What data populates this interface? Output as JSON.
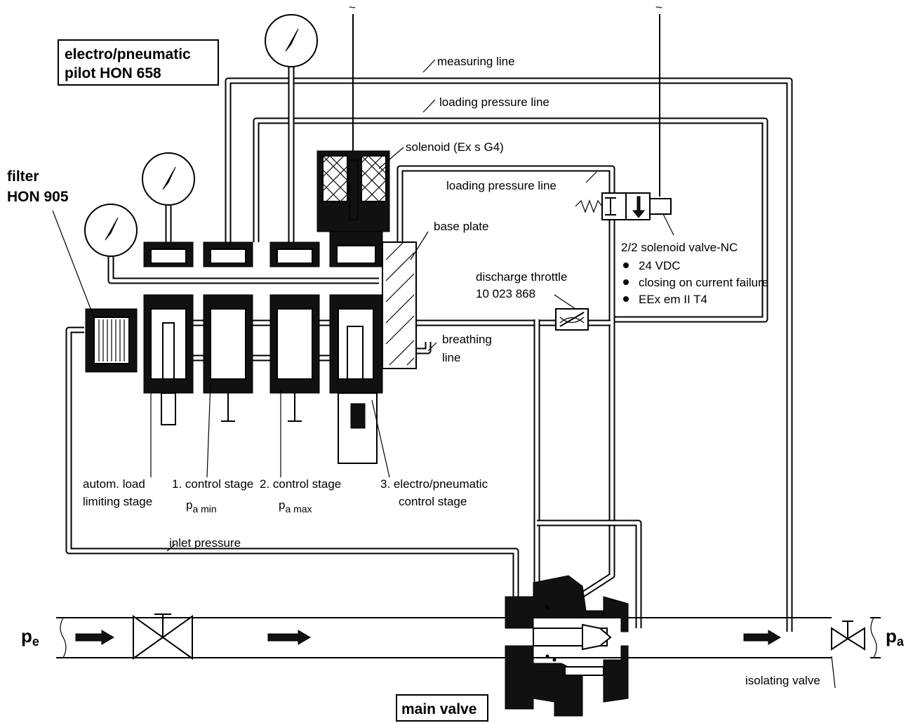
{
  "title_box": {
    "line1": "electro/pneumatic",
    "line2": "pilot HON 658"
  },
  "filter": {
    "line1": "filter",
    "line2": "HON 905"
  },
  "main_valve": "main valve",
  "inlet": {
    "p": "p",
    "sub": "e"
  },
  "outlet": {
    "p": "p",
    "sub": "a"
  },
  "labels": {
    "measuring_line": "measuring line",
    "loading_pressure_line_1": "loading pressure line",
    "loading_pressure_line_2": "loading pressure line",
    "solenoid": "solenoid (Ex s G4)",
    "base_plate": "base plate",
    "discharge_throttle_1": "discharge throttle",
    "discharge_throttle_2": "10 023 868",
    "breathing_line_1": "breathing",
    "breathing_line_2": "line",
    "inlet_pressure": "inlet pressure",
    "isolating_valve": "isolating valve"
  },
  "solenoid_valve": {
    "title": "2/2 solenoid valve-NC",
    "bullets": [
      "24 VDC",
      "closing on current failure",
      "EEx em II T4"
    ]
  },
  "stages": [
    {
      "line1": "autom. load",
      "line2": "limiting stage",
      "p": "",
      "sub": ""
    },
    {
      "line1": "1.  control stage",
      "line2": "",
      "p": "p",
      "sub": "a min"
    },
    {
      "line1": "2.  control stage",
      "line2": "",
      "p": "p",
      "sub": "a max"
    },
    {
      "line1": "3.  electro/pneumatic",
      "line2": "control stage",
      "p": "",
      "sub": ""
    }
  ]
}
